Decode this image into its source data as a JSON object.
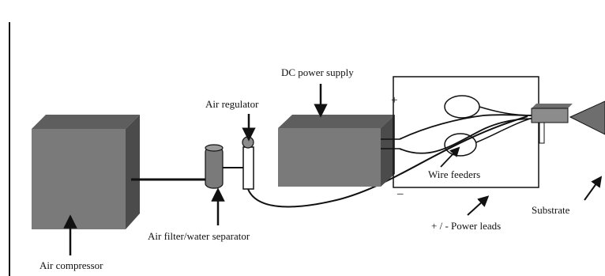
{
  "labels": {
    "dc_power_supply": "DC power supply",
    "air_regulator": "Air regulator",
    "air_filter": "Air filter/water separator",
    "air_compressor": "Air compressor",
    "wire_feeders": "Wire feeders",
    "power_leads": "+ / - Power leads",
    "substrate": "Substrate",
    "plus": "+",
    "minus": "–"
  },
  "colors": {
    "box_front": "#7a7a7a",
    "box_top": "#5e5e5e",
    "box_side": "#4b4b4b",
    "line": "#111111",
    "gun": "#8c8c8c"
  }
}
